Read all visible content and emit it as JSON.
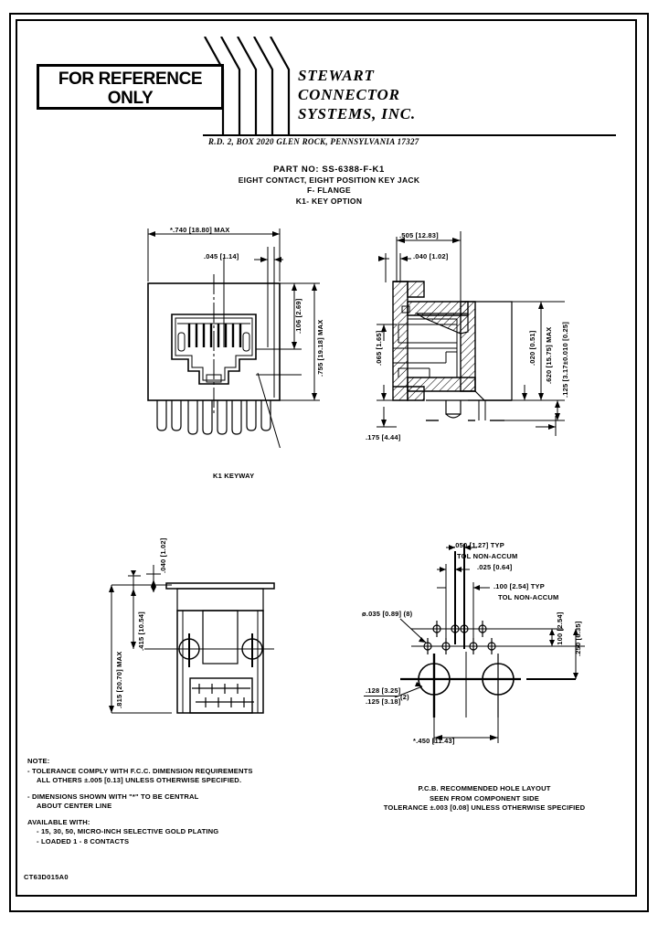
{
  "document": {
    "reference_stamp": {
      "line1": "FOR REFERENCE",
      "line2": "ONLY"
    },
    "company": {
      "name1": "STEWART",
      "name2": "CONNECTOR",
      "name3": "SYSTEMS,  INC."
    },
    "address": "R.D. 2, BOX 2020    GLEN ROCK, PENNSYLVANIA   17327",
    "drawing_number": "CT63D015A0"
  },
  "part": {
    "part_no_label": "PART NO: SS-6388-F-K1",
    "description": "EIGHT CONTACT, EIGHT POSITION KEY JACK",
    "option_f": "F- FLANGE",
    "option_k1": "K1- KEY OPTION"
  },
  "front_view": {
    "width_max": "*.740 [18.80] MAX",
    "wall": ".045 [1.14]",
    "latch_height": ".106 [2.69]",
    "body_height_max": ".755 [19.18] MAX",
    "keyway_label": "K1 KEYWAY"
  },
  "side_view": {
    "flange_depth": ".505 [12.83]",
    "flange_thickness": ".040 [1.02]",
    "opening_height": ".065 [1.65]",
    "standoff": ".020 [0.51]",
    "body_height_max": ".620 [15.75] MAX",
    "pin_length": ".125 [3.17±0.010 [0.25]",
    "pin_offset": ".175 [4.44]"
  },
  "bottom_view": {
    "overall_height_max": ".815 [20.70] MAX",
    "mid_height": ".415 [10.54]",
    "flange_thickness": ".040 [1.02]"
  },
  "pcb_layout": {
    "contact_pitch": ".050 [1.27] TYP",
    "contact_pitch_note": "TOL NON-ACCUM",
    "row_offset": ".025 [0.64]",
    "row_pitch": ".100 [2.54] TYP",
    "row_pitch_note": "TOL NON-ACCUM",
    "hole_dia_small": "ø.035 [0.89] (8)",
    "mount_hole_dia_upper": ".128 [3.25]",
    "mount_hole_dia_lower": ".125 [3.18]",
    "mount_hole_qty": "(2)",
    "vert_100": ".100 [2.54]",
    "vert_250": ".250 [6.35]",
    "mount_hole_spacing": "*.450 [11.43]",
    "caption_line1": "P.C.B. RECOMMENDED HOLE LAYOUT",
    "caption_line2": "SEEN FROM COMPONENT SIDE",
    "caption_line3": "TOLERANCE ±.003 [0.08] UNLESS OTHERWISE SPECIFIED"
  },
  "notes": {
    "heading": "NOTE:",
    "item1_line1": "- TOLERANCE COMPLY WITH F.C.C. DIMENSION REQUIREMENTS",
    "item1_line2": "ALL OTHERS ±.005 [0.13] UNLESS OTHERWISE SPECIFIED.",
    "item2_line1": "- DIMENSIONS SHOWN WITH \"*\" TO BE CENTRAL",
    "item2_line2": "ABOUT CENTER LINE",
    "available_heading": "AVAILABLE WITH:",
    "available_item1": "- 15, 30, 50, MICRO-INCH SELECTIVE GOLD PLATING",
    "available_item2": "- LOADED  1 - 8 CONTACTS"
  }
}
